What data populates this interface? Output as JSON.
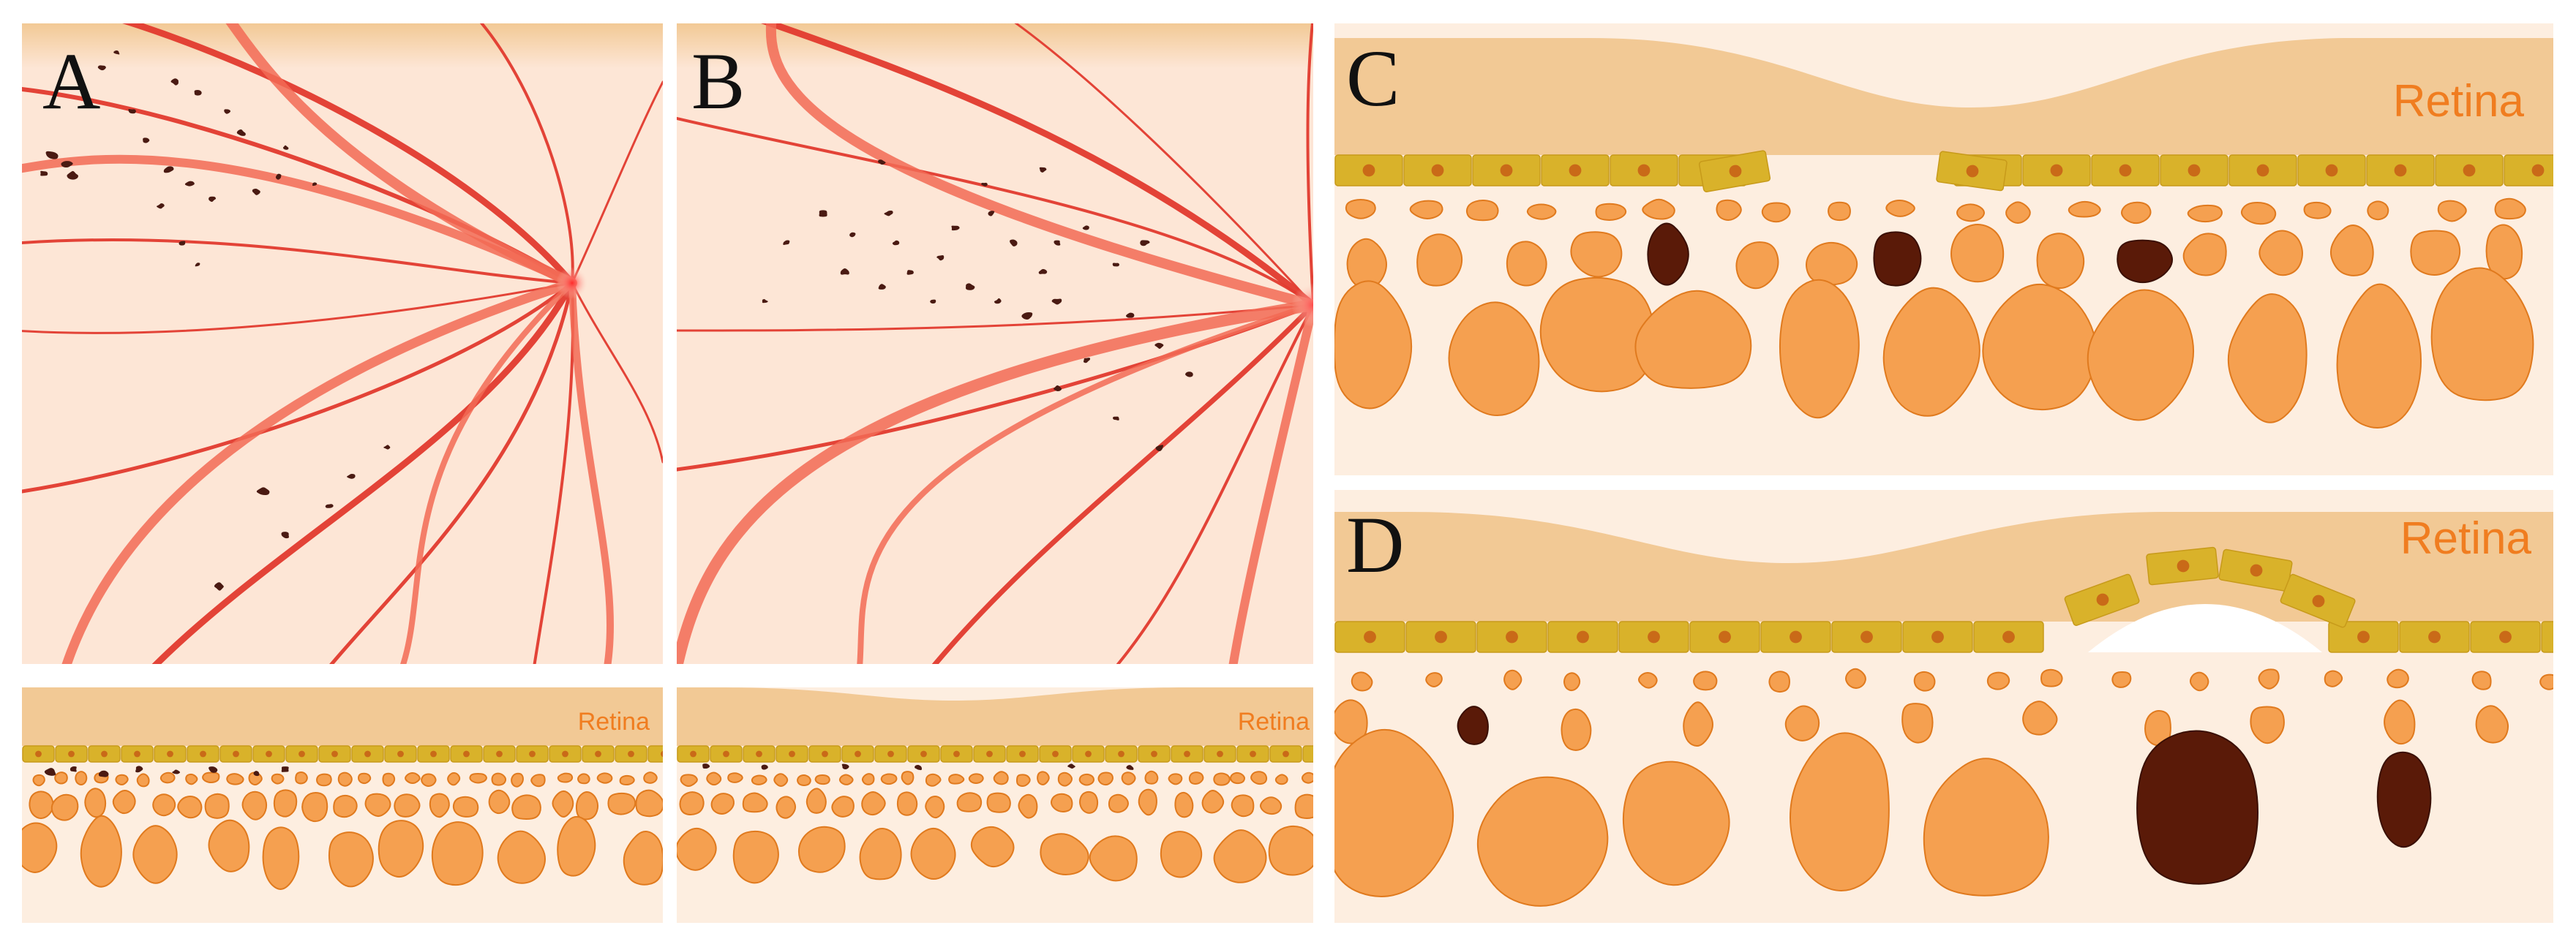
{
  "figure": {
    "panels": [
      {
        "id": "A",
        "letter": "A",
        "view": "fundus"
      },
      {
        "id": "B",
        "letter": "B",
        "view": "fundus"
      },
      {
        "id": "A-section",
        "view": "cross-section",
        "retina_label": "Retina"
      },
      {
        "id": "B-section",
        "view": "cross-section",
        "retina_label": "Retina"
      },
      {
        "id": "C",
        "letter": "C",
        "view": "cross-section",
        "retina_label": "Retina"
      },
      {
        "id": "D",
        "letter": "D",
        "view": "cross-section",
        "retina_label": "Retina"
      }
    ]
  },
  "colors": {
    "fundus_background": "#fde6d6",
    "vessel": "#e23a2e",
    "vessel_light": "#f26a55",
    "pigment_clump": "#4a1a12",
    "retina_layer": "#f2c995",
    "rpe_cell": "#d9b22a",
    "choroid_cell": "#f5a050",
    "choroid_cell_outline": "#e07a1e",
    "pigmented_cell": "#5a1a08",
    "retina_text": "#f07d20",
    "section_background": "#fdeee0"
  }
}
